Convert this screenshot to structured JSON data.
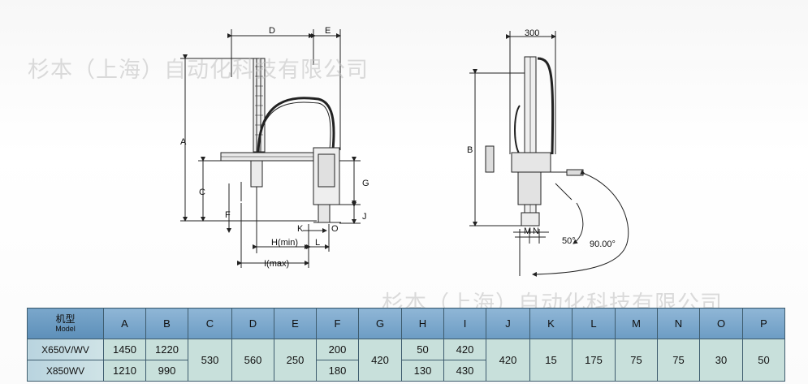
{
  "watermark": "杉本（上海）自动化科技有限公司",
  "front_view": {
    "labels": {
      "D": "D",
      "E": "E",
      "A": "A",
      "C": "C",
      "F": "F",
      "G": "G",
      "J": "J",
      "K": "K",
      "O": "O",
      "H": "H(min)",
      "L": "L",
      "I": "I(max)"
    }
  },
  "side_view": {
    "labels": {
      "width": "300",
      "B": "B",
      "M": "M",
      "N": "N",
      "angle1": "50°",
      "angle2": "90.00°"
    }
  },
  "colors": {
    "line": "#222222",
    "table_header": "#7aa8cf",
    "table_body": "#c8e0db",
    "table_border": "#3e5c6e"
  },
  "table": {
    "model_header_cn": "机型",
    "model_header_en": "Model",
    "columns": [
      "A",
      "B",
      "C",
      "D",
      "E",
      "F",
      "G",
      "H",
      "I",
      "J",
      "K",
      "L",
      "M",
      "N",
      "O",
      "P"
    ],
    "rows": [
      {
        "model": "X650V/WV",
        "A": "1450",
        "B": "1220",
        "C": "530",
        "D": "560",
        "E": "250",
        "F": "200",
        "G": "420",
        "H": "50",
        "I": "420",
        "J": "420",
        "K": "15",
        "L": "175",
        "M": "75",
        "N": "75",
        "O": "30",
        "P": "50"
      },
      {
        "model": "X850WV",
        "A": "1210",
        "B": "990",
        "F": "180",
        "H": "130",
        "I": "430"
      }
    ]
  }
}
